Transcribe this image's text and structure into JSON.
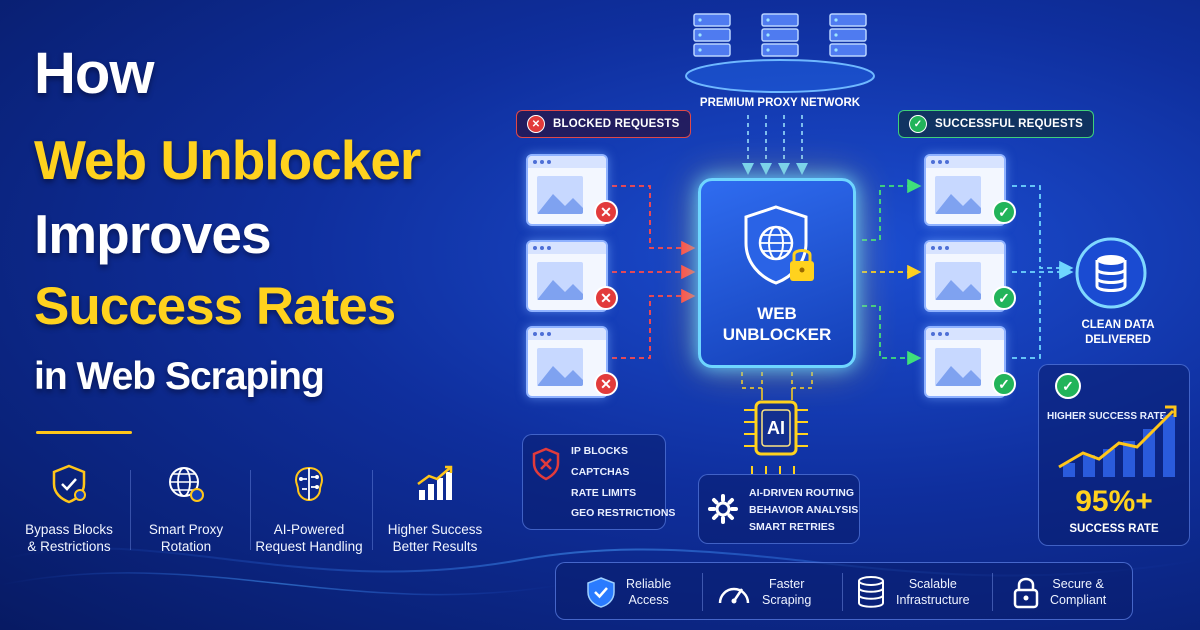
{
  "title": {
    "line1": "How",
    "line2": "Web Unblocker",
    "line3": "Improves",
    "line4": "Success Rates",
    "line5": "in Web Scraping"
  },
  "features": [
    {
      "icon": "shield-check-icon",
      "label1": "Bypass Blocks",
      "label2": "& Restrictions"
    },
    {
      "icon": "globe-rotation-icon",
      "label1": "Smart Proxy",
      "label2": "Rotation"
    },
    {
      "icon": "ai-brain-icon",
      "label1": "AI-Powered",
      "label2": "Request Handling"
    },
    {
      "icon": "growth-chart-icon",
      "label1": "Higher Success",
      "label2": "Better Results"
    }
  ],
  "diagram": {
    "proxy_network_label": "PREMIUM PROXY NETWORK",
    "blocked_label": "BLOCKED REQUESTS",
    "successful_label": "SUCCESSFUL REQUESTS",
    "core_line1": "WEB",
    "core_line2": "UNBLOCKER",
    "ai_label": "AI",
    "clean_line1": "CLEAN DATA",
    "clean_line2": "DELIVERED",
    "block_types": [
      "IP BLOCKS",
      "CAPTCHAS",
      "RATE LIMITS",
      "GEO RESTRICTIONS"
    ],
    "ai_features": [
      "AI-DRIVEN ROUTING",
      "BEHAVIOR ANALYSIS",
      "SMART RETRIES"
    ],
    "stats": {
      "label": "HIGHER SUCCESS RATE",
      "value": "95%+",
      "caption": "SUCCESS RATE"
    }
  },
  "benefits": [
    {
      "icon": "shield-check-icon",
      "label1": "Reliable",
      "label2": "Access"
    },
    {
      "icon": "speedometer-icon",
      "label1": "Faster",
      "label2": "Scraping"
    },
    {
      "icon": "database-icon",
      "label1": "Scalable",
      "label2": "Infrastructure"
    },
    {
      "icon": "padlock-icon",
      "label1": "Secure &",
      "label2": "Compliant"
    }
  ],
  "colors": {
    "accent_yellow": "#ffd21e",
    "blocked_red": "#e23b3b",
    "success_green": "#22b45a",
    "glow_cyan": "#58c8ff"
  }
}
